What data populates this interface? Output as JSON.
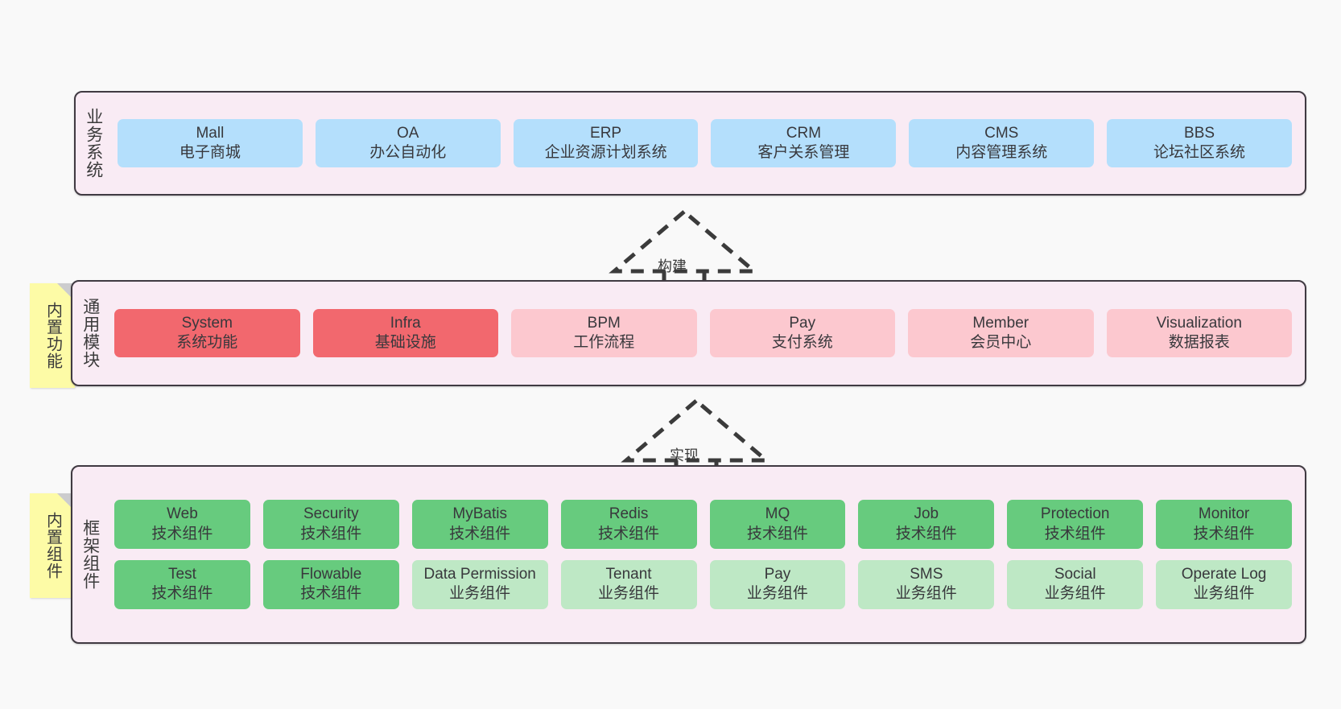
{
  "diagram": {
    "background_color": "#f9f9f9",
    "container_fill": "#f9ebf4",
    "container_border": "#403a42",
    "sticky_fill": "#fdfba6"
  },
  "layers": [
    {
      "id": "business-systems",
      "label": "业务系统",
      "rows": [
        {
          "cards": [
            {
              "en": "Mall",
              "cn": "电子商城",
              "color": "#b4dffc"
            },
            {
              "en": "OA",
              "cn": "办公自动化",
              "color": "#b4dffc"
            },
            {
              "en": "ERP",
              "cn": "企业资源计划系统",
              "color": "#b4dffc"
            },
            {
              "en": "CRM",
              "cn": "客户关系管理",
              "color": "#b4dffc"
            },
            {
              "en": "CMS",
              "cn": "内容管理系统",
              "color": "#b4dffc"
            },
            {
              "en": "BBS",
              "cn": "论坛社区系统",
              "color": "#b4dffc"
            }
          ]
        }
      ]
    },
    {
      "id": "common-modules",
      "label": "通用模块",
      "sticky": "内置功能",
      "rows": [
        {
          "cards": [
            {
              "en": "System",
              "cn": "系统功能",
              "color": "#f2686e"
            },
            {
              "en": "Infra",
              "cn": "基础设施",
              "color": "#f2686e"
            },
            {
              "en": "BPM",
              "cn": "工作流程",
              "color": "#fcc8cf"
            },
            {
              "en": "Pay",
              "cn": "支付系统",
              "color": "#fcc8cf"
            },
            {
              "en": "Member",
              "cn": "会员中心",
              "color": "#fcc8cf"
            },
            {
              "en": "Visualization",
              "cn": "数据报表",
              "color": "#fcc8cf"
            }
          ]
        }
      ]
    },
    {
      "id": "framework-components",
      "label": "框架组件",
      "sticky": "内置组件",
      "rows": [
        {
          "cards": [
            {
              "en": "Web",
              "cn": "技术组件",
              "color": "#67cb7e"
            },
            {
              "en": "Security",
              "cn": "技术组件",
              "color": "#67cb7e"
            },
            {
              "en": "MyBatis",
              "cn": "技术组件",
              "color": "#67cb7e"
            },
            {
              "en": "Redis",
              "cn": "技术组件",
              "color": "#67cb7e"
            },
            {
              "en": "MQ",
              "cn": "技术组件",
              "color": "#67cb7e"
            },
            {
              "en": "Job",
              "cn": "技术组件",
              "color": "#67cb7e"
            },
            {
              "en": "Protection",
              "cn": "技术组件",
              "color": "#67cb7e"
            },
            {
              "en": "Monitor",
              "cn": "技术组件",
              "color": "#67cb7e"
            }
          ]
        },
        {
          "cards": [
            {
              "en": "Test",
              "cn": "技术组件",
              "color": "#67cb7e"
            },
            {
              "en": "Flowable",
              "cn": "技术组件",
              "color": "#67cb7e"
            },
            {
              "en": "Data Permission",
              "cn": "业务组件",
              "color": "#bee8c5"
            },
            {
              "en": "Tenant",
              "cn": "业务组件",
              "color": "#bee8c5"
            },
            {
              "en": "Pay",
              "cn": "业务组件",
              "color": "#bee8c5"
            },
            {
              "en": "SMS",
              "cn": "业务组件",
              "color": "#bee8c5"
            },
            {
              "en": "Social",
              "cn": "业务组件",
              "color": "#bee8c5"
            },
            {
              "en": "Operate Log",
              "cn": "业务组件",
              "color": "#bee8c5"
            }
          ]
        }
      ]
    }
  ],
  "connectors": [
    {
      "id": "build",
      "label": "构建",
      "style": "dashed-generalization"
    },
    {
      "id": "implement",
      "label": "实现",
      "style": "dashed-generalization"
    }
  ]
}
